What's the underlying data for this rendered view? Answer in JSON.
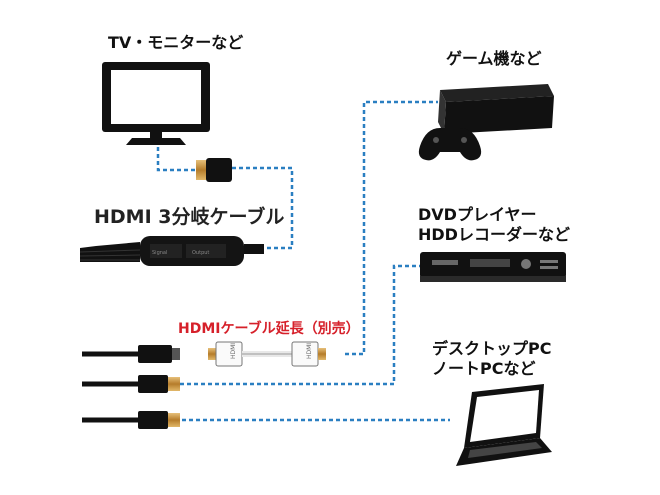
{
  "labels": {
    "tv": "TV・モニターなど",
    "game": "ゲーム機など",
    "dvd_line1": "DVDプレイヤー",
    "dvd_line2": "HDDレコーダーなど",
    "pc_line1": "デスクトップPC",
    "pc_line2": "ノートPCなど",
    "cable": "HDMI 3分岐ケーブル",
    "extension": "HDMIケーブル延長（別売）"
  },
  "colors": {
    "link": "#2a7fc1",
    "device": "#111111",
    "accent": "#d6202a",
    "connector_gold": "#c8943c"
  }
}
